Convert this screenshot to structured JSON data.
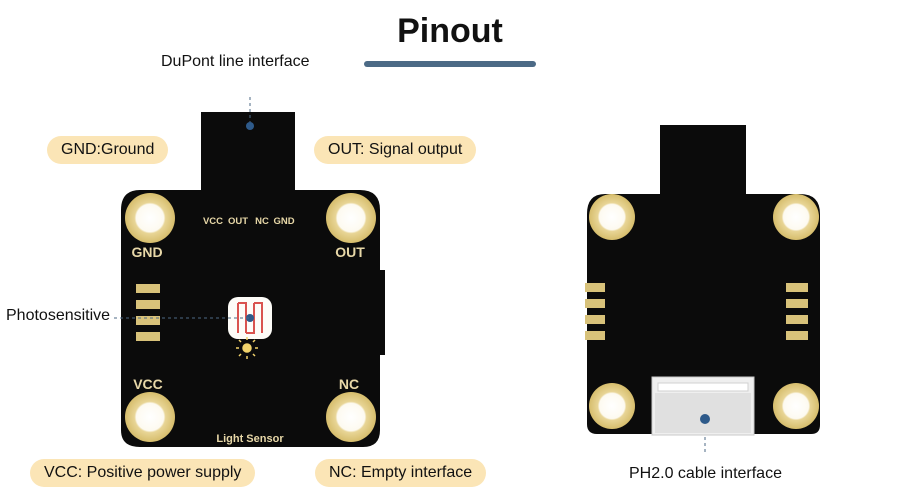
{
  "title": "Pinout",
  "labels": {
    "dupont": "DuPont line interface",
    "gnd": "GND:Ground",
    "out": "OUT: Signal output",
    "photosensitive": "Photosensitive",
    "vcc": "VCC: Positive power supply",
    "nc": "NC:  Empty interface",
    "ph20": "PH2.0 cable interface"
  },
  "board_silkscreen": {
    "gnd": "GND",
    "out": "OUT",
    "vcc": "VCC",
    "nc": "NC",
    "name": "Light Sensor",
    "pins": [
      "VCC",
      "OUT",
      "NC",
      "GND"
    ]
  },
  "colors": {
    "accent_bar": "#4c6a86",
    "pill_bg": "#fbe5b6",
    "pcb": "#0b0b0b",
    "pad_gold": "#e3cf8c",
    "leader": "#4c6a86"
  }
}
